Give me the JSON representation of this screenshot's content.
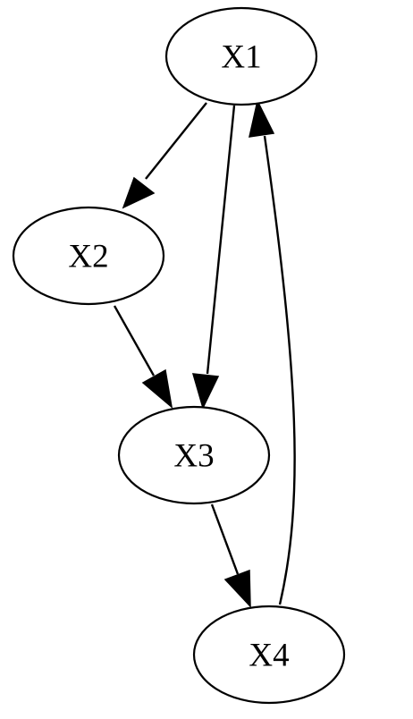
{
  "graph": {
    "type": "directed",
    "nodes": [
      {
        "id": "x1",
        "label": "X1"
      },
      {
        "id": "x2",
        "label": "X2"
      },
      {
        "id": "x3",
        "label": "X3"
      },
      {
        "id": "x4",
        "label": "X4"
      }
    ],
    "edges": [
      {
        "from": "x1",
        "to": "x2"
      },
      {
        "from": "x1",
        "to": "x3"
      },
      {
        "from": "x2",
        "to": "x3"
      },
      {
        "from": "x3",
        "to": "x4"
      },
      {
        "from": "x4",
        "to": "x1"
      }
    ]
  },
  "colors": {
    "stroke": "#000000",
    "background": "#ffffff"
  }
}
